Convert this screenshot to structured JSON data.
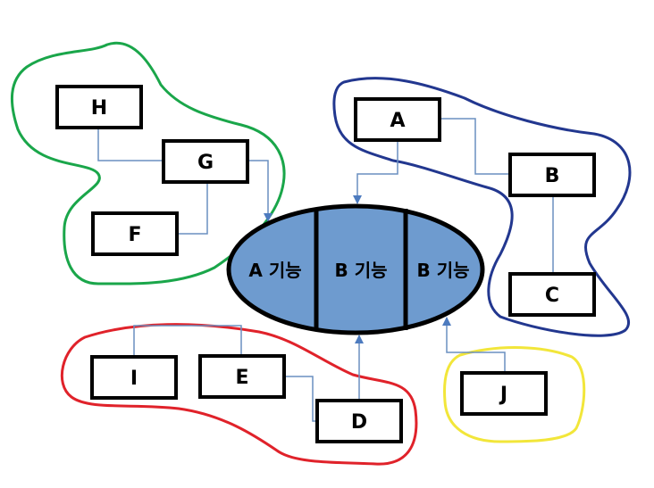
{
  "colors": {
    "green_group": "#1aa64a",
    "blue_group": "#22378f",
    "red_group": "#e0222a",
    "yellow_group": "#f2e63a",
    "connector": "#6a8fc0",
    "oval_fill": "#6e9bcf",
    "box_stroke": "#000000"
  },
  "boxes": {
    "H": "H",
    "G": "G",
    "F": "F",
    "A": "A",
    "B": "B",
    "C": "C",
    "I": "I",
    "E": "E",
    "D": "D",
    "J": "J"
  },
  "oval": {
    "segments": [
      "A 기능",
      "B 기능",
      "B 기능"
    ]
  },
  "groups": {
    "green": [
      "H",
      "G",
      "F"
    ],
    "blue": [
      "A",
      "B",
      "C"
    ],
    "red": [
      "I",
      "E",
      "D"
    ],
    "yellow": [
      "J"
    ]
  }
}
